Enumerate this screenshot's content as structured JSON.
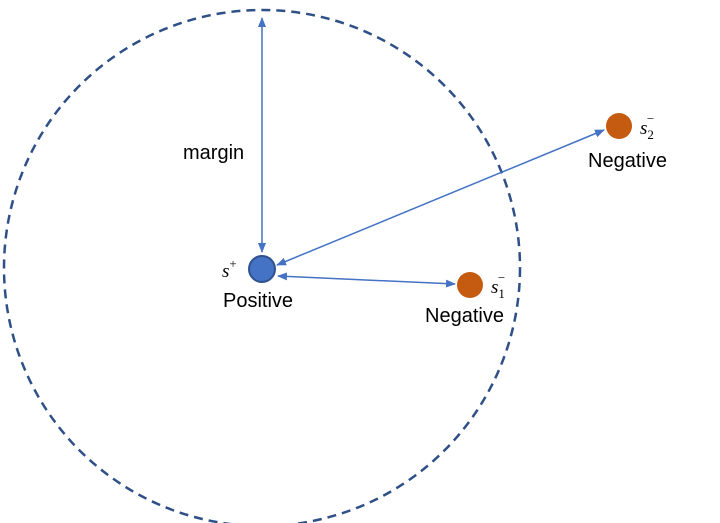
{
  "colors": {
    "boundary": "#2f4f87",
    "arrow": "#4472c4",
    "positive_fill": "#4472c4",
    "positive_stroke": "#2f528f",
    "negative_fill": "#c55a11"
  },
  "labels": {
    "margin": "margin",
    "positive": "Positive",
    "negative_1": "Negative",
    "negative_2": "Negative"
  },
  "symbols": {
    "positive": {
      "base": "s",
      "sup": "+"
    },
    "negative_1": {
      "base": "s",
      "sub": "1",
      "sup": "−"
    },
    "negative_2": {
      "base": "s",
      "sub": "2",
      "sup": "−"
    }
  }
}
